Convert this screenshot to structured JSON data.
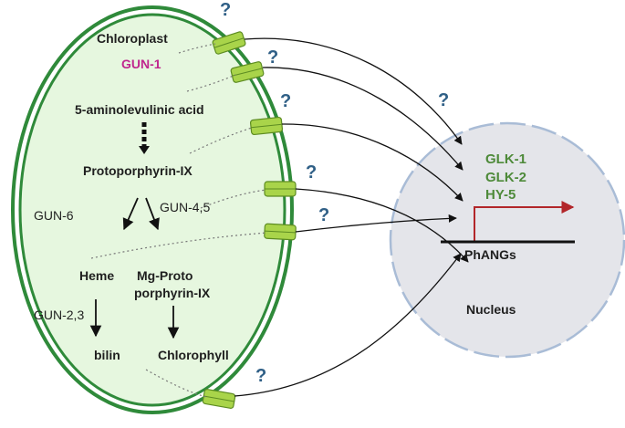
{
  "chloroplast": {
    "title": "Chloroplast",
    "gun1": "GUN-1",
    "ala": "5-aminolevulinic acid",
    "protoporphyrin": "Protoporphyrin-IX",
    "gun6": "GUN-6",
    "gun45": "GUN-4,5",
    "heme": "Heme",
    "mg_proto_1": "Mg-Proto",
    "mg_proto_2": "porphyrin-IX",
    "gun23": "GUN-2,3",
    "bilin": "bilin",
    "chlorophyll": "Chlorophyll"
  },
  "nucleus": {
    "title": "Nucleus",
    "tf1": "GLK-1",
    "tf2": "GLK-2",
    "tf3": "HY-5",
    "genes": "PhANGs"
  },
  "question_mark": "?",
  "colors": {
    "chloroplast_fill": "#e6f7df",
    "chloroplast_border": "#2f8a3a",
    "transporter": "#a9d44a",
    "nucleus_fill": "#e4e5ea",
    "nucleus_border": "#a9bcd6",
    "gun1_text": "#c0278e",
    "tf_text": "#4e8a3a",
    "promoter_arrow": "#b2262a",
    "question": "#2f5f86"
  }
}
